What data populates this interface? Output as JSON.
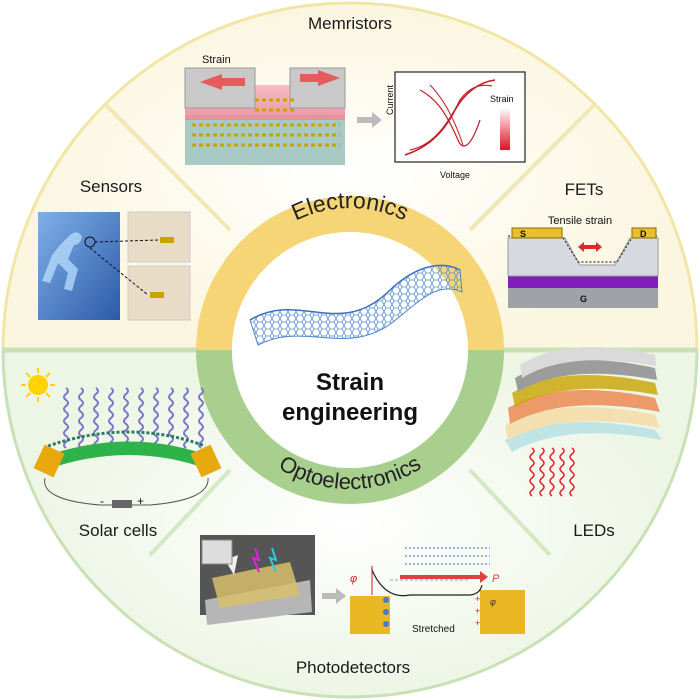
{
  "center_title": {
    "line1": "Strain",
    "line2": "engineering"
  },
  "ring": {
    "top": "Electronics",
    "bottom": "Optoelectronics"
  },
  "sections": {
    "memristors": "Memristors",
    "sensors": "Sensors",
    "fets": "FETs",
    "solar_cells": "Solar cells",
    "leds": "LEDs",
    "photodetectors": "Photodetectors"
  },
  "memristor_panel": {
    "strain_label": "Strain",
    "plot_xlabel": "Voltage",
    "plot_ylabel": "Current",
    "plot_legend": "Strain"
  },
  "fet_panel": {
    "title": "Tensile strain",
    "source": "S",
    "drain": "D",
    "gate": "G"
  },
  "solar_panel": {
    "minus": "-",
    "plus": "+"
  },
  "photodetector_panel": {
    "stretched": "Stretched",
    "polarization": "P",
    "barrier_left": "φ",
    "barrier_right": "φ"
  },
  "colors": {
    "electronics": "#f5d26b",
    "optoelectronics": "#a9cf8f",
    "outer_top": "#f8f0c8",
    "outer_bottom": "#e2efd6"
  }
}
